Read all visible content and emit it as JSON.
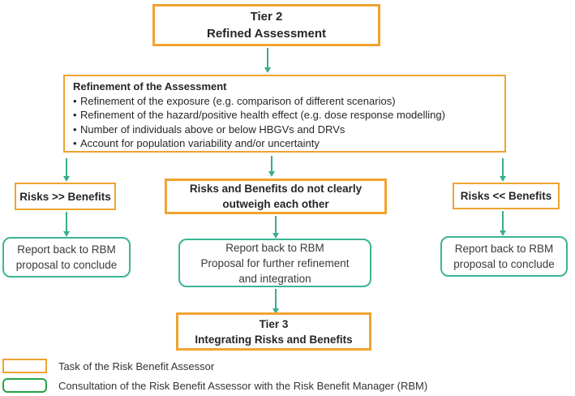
{
  "colors": {
    "task_border_orange": "#F0A330",
    "consult_border_teal": "#3CB495",
    "arrow_teal": "#3AAD90",
    "legend_green": "#24A348"
  },
  "flow": {
    "tier2": {
      "line1": "Tier 2",
      "line2": "Refined Assessment"
    },
    "refinement": {
      "heading": "Refinement of the Assessment",
      "bullets": [
        "Refinement of the exposure (e.g. comparison of different scenarios)",
        "Refinement of the hazard/positive health effect (e.g. dose response modelling)",
        "Number of individuals above or below HBGVs and DRVs",
        "Account for population variability and/or uncertainty"
      ]
    },
    "outcomes": {
      "left": "Risks >> Benefits",
      "middle_line1": "Risks and Benefits do not clearly",
      "middle_line2": "outweigh each other",
      "right": "Risks << Benefits"
    },
    "reports": {
      "left_line1": "Report back to RBM",
      "left_line2": "proposal to conclude",
      "middle_line1": "Report back to RBM",
      "middle_line2": "Proposal for further refinement",
      "middle_line3": "and integration",
      "right_line1": "Report back to RBM",
      "right_line2": "proposal to conclude"
    },
    "tier3": {
      "line1": "Tier 3",
      "line2": "Integrating Risks and Benefits"
    }
  },
  "legend": {
    "task_label": "Task of the Risk Benefit Assessor",
    "consultation_label": "Consultation of the Risk Benefit Assessor with the Risk Benefit Manager (RBM)"
  }
}
